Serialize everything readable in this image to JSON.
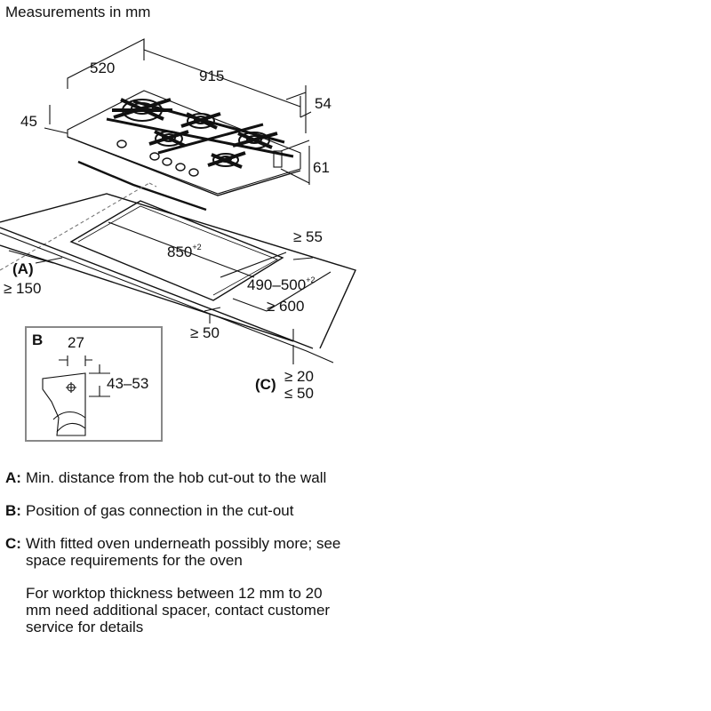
{
  "header": {
    "title": "Measurements in mm"
  },
  "dimensions": {
    "depth": "520",
    "width": "915",
    "height_left": "45",
    "height_right": "54",
    "connector_height": "61",
    "cutout_width": "850",
    "cutout_width_tol": "+2",
    "cutout_depth": "490–500",
    "cutout_depth_tol": "+2",
    "rear_clearance": "≥ 55",
    "worktop_depth": "≥ 600",
    "front_clearance": "≥ 50",
    "wall_distance": "≥ 150",
    "thickness_min": "≥ 20",
    "thickness_max": "≤ 50"
  },
  "markers": {
    "a": "(A)",
    "b": "B",
    "c": "(C)"
  },
  "detail_b": {
    "offset": "27",
    "height_range": "43–53"
  },
  "legend": [
    {
      "key": "A:",
      "text": "Min. distance from the hob cut-out to the wall"
    },
    {
      "key": "B:",
      "text": "Position of gas connection in the cut-out"
    },
    {
      "key": "C:",
      "text": "With fitted oven underneath possibly more; see space requirements for the oven"
    }
  ],
  "note": "For worktop thickness between 12 mm to 20 mm need additional spacer, contact customer service for details",
  "colors": {
    "line": "#111111",
    "box_border": "#888888",
    "dashed": "#777777"
  }
}
